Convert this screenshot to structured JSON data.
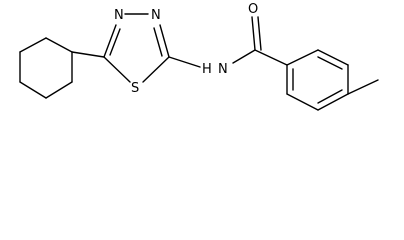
{
  "molecule": {
    "atom_labels": {
      "n3": "N",
      "n4": "N",
      "s1": "S",
      "amide_n": "N",
      "amide_h": "H",
      "carbonyl_o": "O"
    }
  },
  "colors": {
    "bond": "#000000",
    "label": "#000000",
    "background": "#ffffff"
  }
}
